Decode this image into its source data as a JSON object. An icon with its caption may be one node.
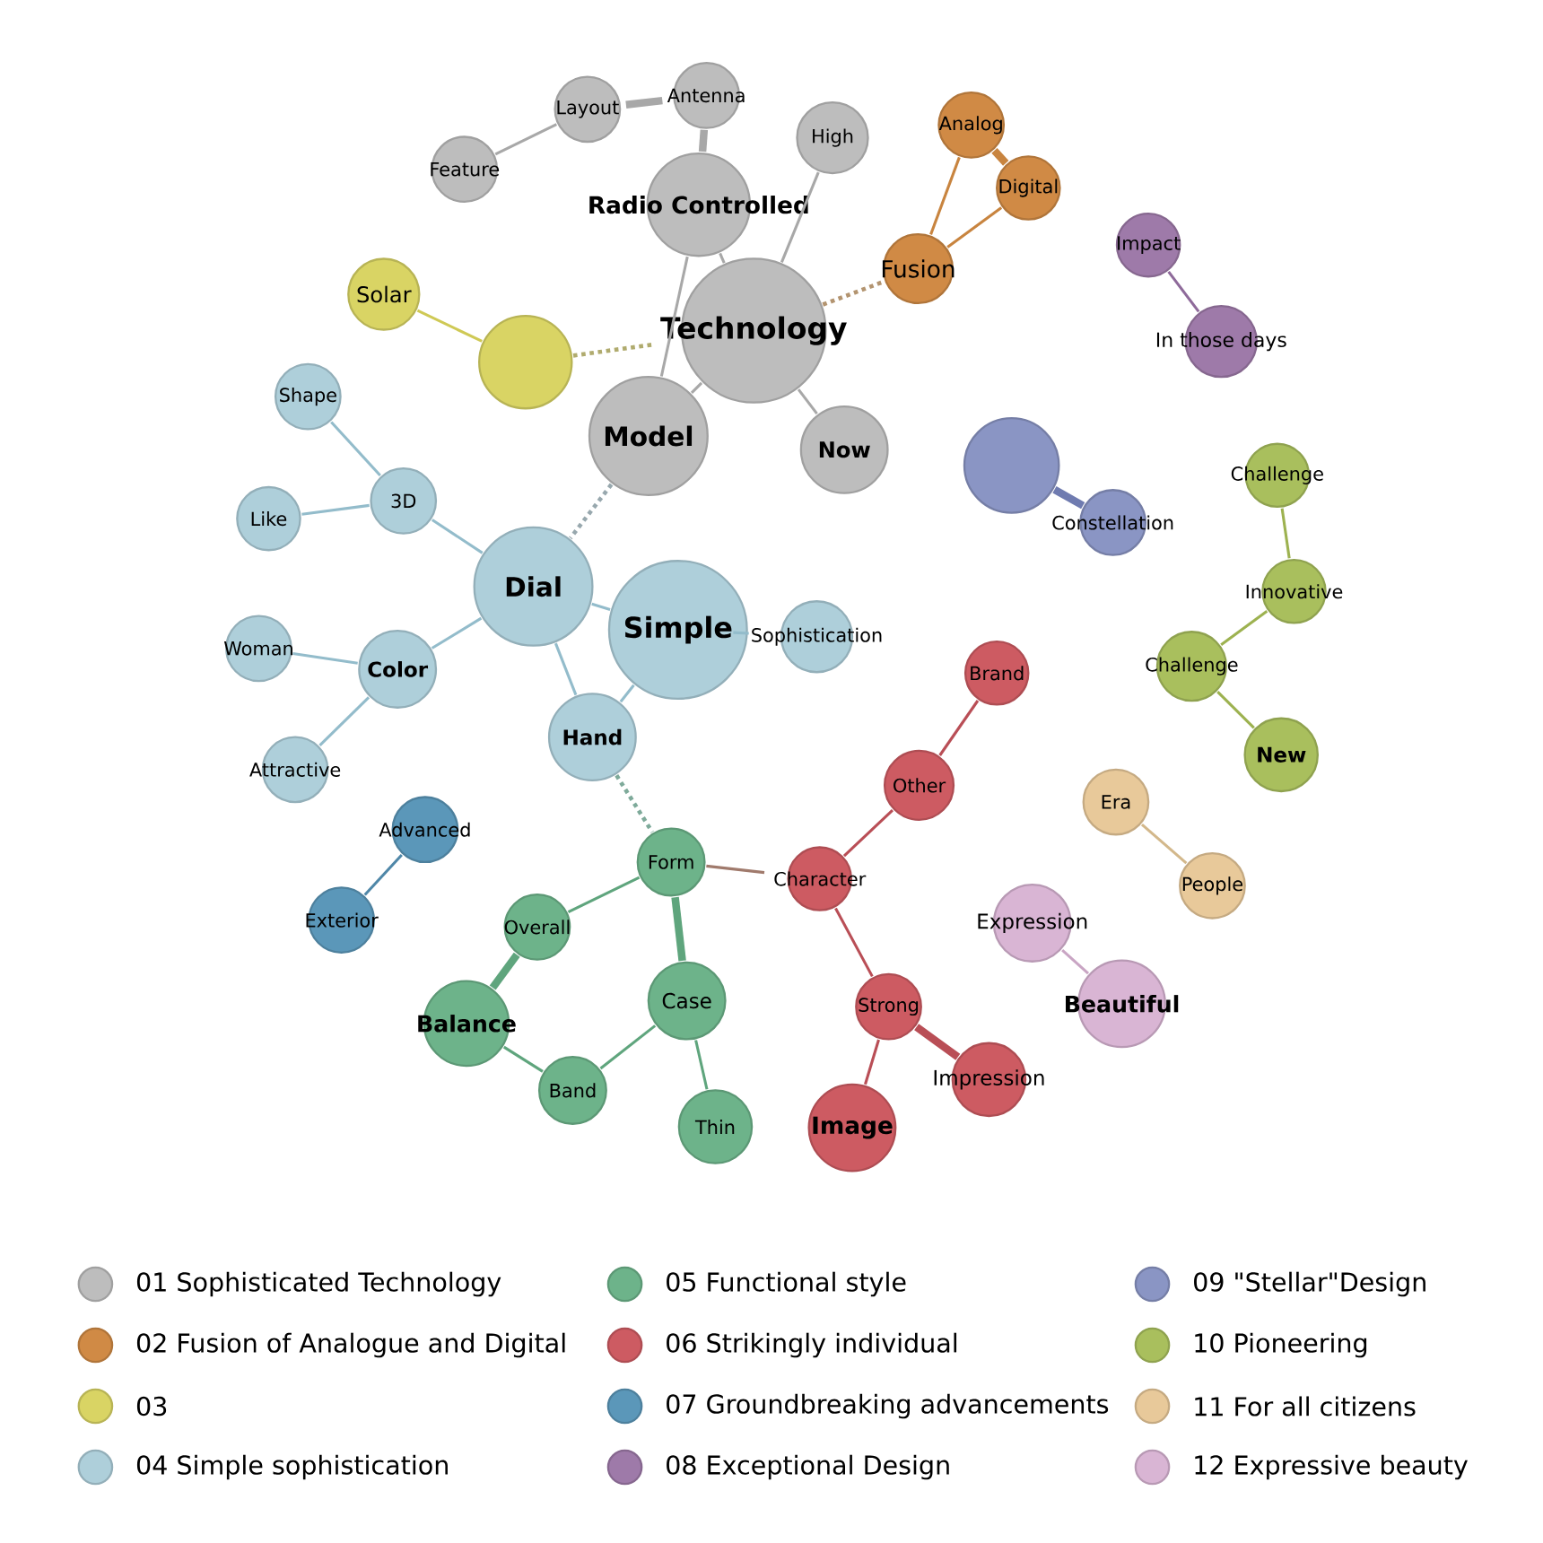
{
  "diagram": {
    "nodes": [
      {
        "text": [
          "Antenna"
        ]
      },
      {
        "text": [
          "Layout"
        ]
      },
      {
        "text": [
          "Feature"
        ]
      },
      {
        "text": [
          "High"
        ]
      },
      {
        "text": [
          "Radio Controlled"
        ]
      },
      {
        "text": [
          "Analog"
        ]
      },
      {
        "text": [
          "Digital"
        ]
      },
      {
        "text": [
          "Fusion"
        ]
      },
      {
        "text": [
          "Impact"
        ]
      },
      {
        "text": [
          "In those days"
        ]
      },
      {
        "text": [
          "Solar"
        ]
      },
      {
        "text": [],
        "shape": "circle"
      },
      {
        "text": [
          "Technology"
        ]
      },
      {
        "text": [
          "Shape"
        ]
      },
      {
        "text": [
          "Model"
        ]
      },
      {
        "text": [
          "Now"
        ]
      },
      {
        "text": [],
        "shape": "circle"
      },
      {
        "text": [
          "Like"
        ]
      },
      {
        "text": [
          "3D"
        ]
      },
      {
        "text": [
          "Challenge"
        ]
      },
      {
        "text": [
          "Constellation"
        ]
      },
      {
        "text": [
          "Dial"
        ]
      },
      {
        "text": [
          "Simple"
        ]
      },
      {
        "text": [
          "Sophistication"
        ]
      },
      {
        "text": [
          "Innovative"
        ]
      },
      {
        "text": [
          "Woman"
        ]
      },
      {
        "text": [
          "Color"
        ]
      },
      {
        "text": [
          "Brand"
        ]
      },
      {
        "text": [
          "Challenge"
        ]
      },
      {
        "text": [
          "Hand"
        ]
      },
      {
        "text": [
          "New"
        ]
      },
      {
        "text": [
          "Attractive"
        ]
      },
      {
        "text": [
          "Other"
        ]
      },
      {
        "text": [
          "Era"
        ]
      },
      {
        "text": [
          "Advanced"
        ]
      },
      {
        "text": [
          "Form"
        ]
      },
      {
        "text": [
          "Character"
        ]
      },
      {
        "text": [
          "People"
        ]
      },
      {
        "text": [
          "Exterior"
        ]
      },
      {
        "text": [
          "Overall"
        ]
      },
      {
        "text": [
          "Expression"
        ]
      },
      {
        "text": [
          "Case"
        ]
      },
      {
        "text": [
          "Balance"
        ]
      },
      {
        "text": [
          "Strong"
        ]
      },
      {
        "text": [
          "Beautiful"
        ]
      },
      {
        "text": [
          "Band"
        ]
      },
      {
        "text": [
          "Impression"
        ]
      },
      {
        "text": [
          "Thin"
        ]
      },
      {
        "text": [
          "Image"
        ]
      }
    ],
    "edges": [
      {
        "from": 1,
        "to": 0,
        "arrow": "none",
        "style": "thick",
        "color": "#a8a8a8"
      },
      {
        "from": 2,
        "to": 1,
        "arrow": "none",
        "color": "#a8a8a8"
      },
      {
        "from": 0,
        "to": 4,
        "arrow": "none",
        "style": "thick",
        "color": "#a8a8a8"
      },
      {
        "from": 4,
        "to": 12,
        "arrow": "none",
        "color": "#a8a8a8"
      },
      {
        "from": 4,
        "to": 14,
        "arrow": "none",
        "color": "#a8a8a8"
      },
      {
        "from": 3,
        "to": 12,
        "arrow": "none",
        "color": "#a8a8a8"
      },
      {
        "from": 12,
        "to": 14,
        "arrow": "none",
        "color": "#a8a8a8"
      },
      {
        "from": 12,
        "to": 15,
        "arrow": "none",
        "color": "#a8a8a8"
      },
      {
        "from": 12,
        "to": 7,
        "arrow": "none",
        "style": "dashed",
        "color": "#b39470"
      },
      {
        "from": 5,
        "to": 6,
        "arrow": "none",
        "style": "thick",
        "color": "#c8843f"
      },
      {
        "from": 5,
        "to": 7,
        "arrow": "none",
        "color": "#c8843f"
      },
      {
        "from": 6,
        "to": 7,
        "arrow": "none",
        "color": "#c8843f"
      },
      {
        "from": 12,
        "to": 11,
        "arrow": "none",
        "style": "dashed",
        "color": "#b0ab6e"
      },
      {
        "from": 10,
        "to": 11,
        "arrow": "none",
        "color": "#cfc955"
      },
      {
        "from": 8,
        "to": 9,
        "arrow": "none",
        "color": "#8e6a9a"
      },
      {
        "from": 14,
        "to": 21,
        "arrow": "none",
        "style": "dashed",
        "color": "#98a8ae"
      },
      {
        "from": 13,
        "to": 18,
        "arrow": "none",
        "color": "#93bccb"
      },
      {
        "from": 17,
        "to": 18,
        "arrow": "none",
        "color": "#93bccb"
      },
      {
        "from": 18,
        "to": 21,
        "arrow": "none",
        "color": "#93bccb"
      },
      {
        "from": 21,
        "to": 22,
        "arrow": "none",
        "color": "#93bccb"
      },
      {
        "from": 21,
        "to": 26,
        "arrow": "none",
        "color": "#93bccb"
      },
      {
        "from": 25,
        "to": 26,
        "arrow": "none",
        "color": "#93bccb"
      },
      {
        "from": 26,
        "to": 31,
        "arrow": "none",
        "color": "#93bccb"
      },
      {
        "from": 21,
        "to": 29,
        "arrow": "none",
        "color": "#93bccb"
      },
      {
        "from": 22,
        "to": 29,
        "arrow": "none",
        "color": "#93bccb"
      },
      {
        "from": 22,
        "to": 23,
        "arrow": "none",
        "color": "#93bccb"
      },
      {
        "from": 29,
        "to": 35,
        "arrow": "none",
        "style": "dashed",
        "color": "#7eaa9a"
      },
      {
        "from": 16,
        "to": 20,
        "arrow": "none",
        "style": "thick",
        "color": "#6f7bb0"
      },
      {
        "from": 19,
        "to": 24,
        "arrow": "none",
        "color": "#9db250"
      },
      {
        "from": 24,
        "to": 28,
        "arrow": "none",
        "color": "#9db250"
      },
      {
        "from": 28,
        "to": 30,
        "arrow": "none",
        "color": "#9db250"
      },
      {
        "from": 27,
        "to": 32,
        "arrow": "none",
        "color": "#b94e56"
      },
      {
        "from": 32,
        "to": 36,
        "arrow": "none",
        "color": "#b94e56"
      },
      {
        "from": 35,
        "to": 36,
        "arrow": "none",
        "color": "#a07a6c"
      },
      {
        "from": 36,
        "to": 43,
        "arrow": "none",
        "color": "#b94e56"
      },
      {
        "from": 43,
        "to": 46,
        "arrow": "none",
        "style": "thick",
        "color": "#b94e56"
      },
      {
        "from": 43,
        "to": 48,
        "arrow": "none",
        "color": "#b94e56"
      },
      {
        "from": 33,
        "to": 37,
        "arrow": "none",
        "color": "#d3b88b"
      },
      {
        "from": 40,
        "to": 44,
        "arrow": "none",
        "color": "#c9a5c4"
      },
      {
        "from": 34,
        "to": 38,
        "arrow": "none",
        "color": "#4f87a8"
      },
      {
        "from": 35,
        "to": 39,
        "arrow": "none",
        "color": "#5fa57d"
      },
      {
        "from": 35,
        "to": 41,
        "arrow": "none",
        "style": "thick",
        "color": "#5fa57d"
      },
      {
        "from": 39,
        "to": 42,
        "arrow": "none",
        "style": "thick",
        "color": "#5fa57d"
      },
      {
        "from": 42,
        "to": 45,
        "arrow": "none",
        "color": "#5fa57d"
      },
      {
        "from": 45,
        "to": 41,
        "arrow": "none",
        "color": "#5fa57d"
      },
      {
        "from": 41,
        "to": 47,
        "arrow": "none",
        "color": "#5fa57d"
      }
    ],
    "legend": [
      {
        "text": "01 Sophisticated Technology",
        "color": "#bdbdbd"
      },
      {
        "text": "02 Fusion of Analogue and Digital",
        "color": "#d08a45"
      },
      {
        "text": "03",
        "color": "#d9d464"
      },
      {
        "text": "04 Simple sophistication",
        "color": "#aecfda"
      },
      {
        "text": "05 Functional style",
        "color": "#6db38a"
      },
      {
        "text": "06 Strikingly individual",
        "color": "#cd5b62"
      },
      {
        "text": "07 Groundbreaking advancements",
        "color": "#5b97b9"
      },
      {
        "text": "08 Exceptional Design",
        "color": "#9e7aa9"
      },
      {
        "text": "09 \"Stellar\"Design",
        "color": "#8a95c4"
      },
      {
        "text": "10 Pioneering",
        "color": "#a9bf5d"
      },
      {
        "text": "11 For all citizens",
        "color": "#e8c99a"
      },
      {
        "text": "12 Expressive beauty",
        "color": "#d9b5d4"
      }
    ]
  }
}
